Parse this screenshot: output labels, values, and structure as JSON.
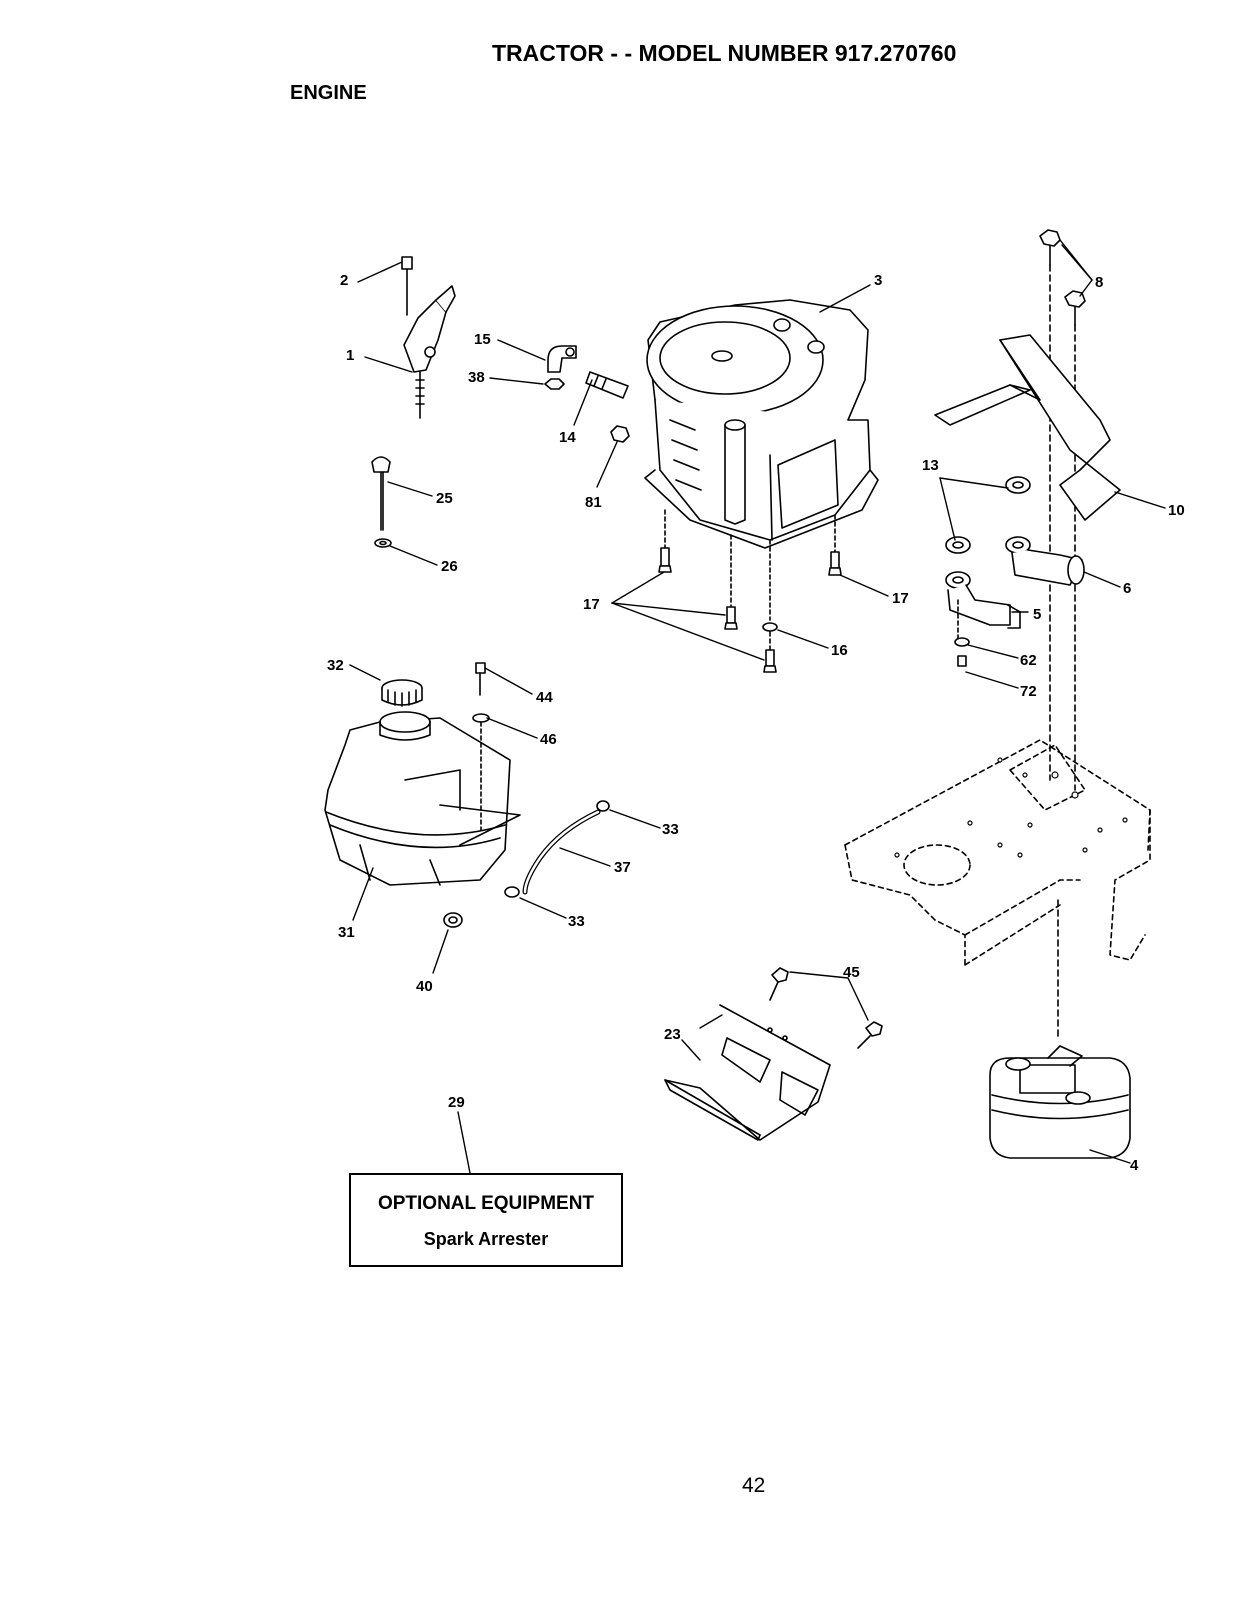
{
  "header": {
    "title": "TRACTOR - - MODEL NUMBER 917.270760",
    "section": "ENGINE"
  },
  "callouts": {
    "c1": "1",
    "c2": "2",
    "c3": "3",
    "c4": "4",
    "c5": "5",
    "c6": "6",
    "c8": "8",
    "c10": "10",
    "c13": "13",
    "c14": "14",
    "c15": "15",
    "c16": "16",
    "c17a": "17",
    "c17b": "17",
    "c23": "23",
    "c25": "25",
    "c26": "26",
    "c29": "29",
    "c31": "31",
    "c32": "32",
    "c33a": "33",
    "c33b": "33",
    "c37": "37",
    "c38": "38",
    "c40": "40",
    "c44": "44",
    "c45": "45",
    "c46": "46",
    "c62": "62",
    "c72": "72",
    "c81": "81"
  },
  "optional_box": {
    "heading": "OPTIONAL EQUIPMENT",
    "item": "Spark Arrester"
  },
  "footer": {
    "page_number": "42"
  }
}
